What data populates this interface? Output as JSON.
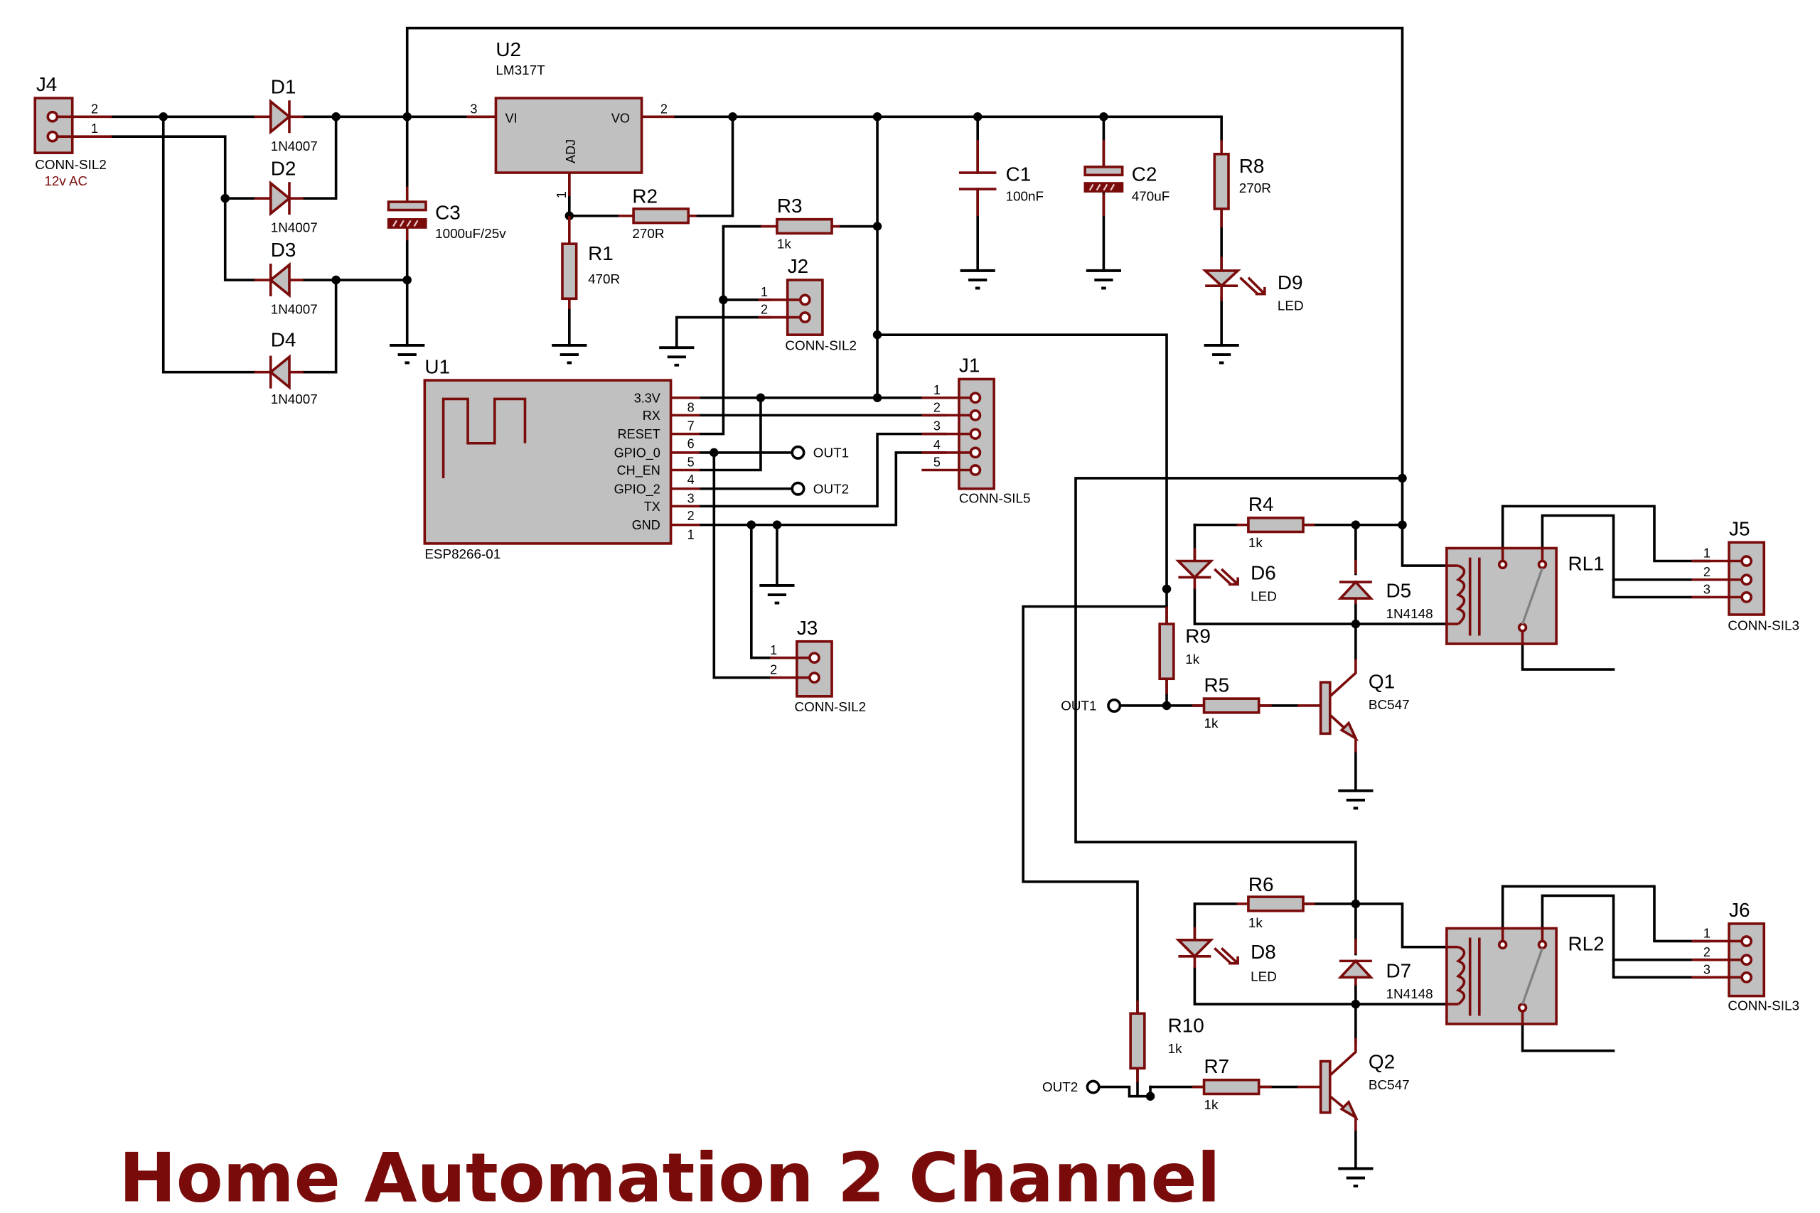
{
  "title": "Home Automation 2 Channel",
  "colors": {
    "accent": "#7a0b0b",
    "wire": "#000000",
    "body": "#c0c0c0"
  },
  "components": {
    "J4": {
      "ref": "J4",
      "type": "CONN-SIL2",
      "note": "12v AC",
      "pins": [
        "2",
        "1"
      ]
    },
    "D1": {
      "ref": "D1",
      "value": "1N4007"
    },
    "D2": {
      "ref": "D2",
      "value": "1N4007"
    },
    "D3": {
      "ref": "D3",
      "value": "1N4007"
    },
    "D4": {
      "ref": "D4",
      "value": "1N4007"
    },
    "C3": {
      "ref": "C3",
      "value": "1000uF/25v"
    },
    "U2": {
      "ref": "U2",
      "value": "LM317T",
      "pin_vi": "VI",
      "pin_vo": "VO",
      "pin_adj": "ADJ",
      "pin_vi_num": "3",
      "pin_vo_num": "2",
      "pin_adj_num": "1"
    },
    "R1": {
      "ref": "R1",
      "value": "470R"
    },
    "R2": {
      "ref": "R2",
      "value": "270R"
    },
    "R3": {
      "ref": "R3",
      "value": "1k"
    },
    "C1": {
      "ref": "C1",
      "value": "100nF"
    },
    "C2": {
      "ref": "C2",
      "value": "470uF"
    },
    "R8": {
      "ref": "R8",
      "value": "270R"
    },
    "D9": {
      "ref": "D9",
      "value": "LED"
    },
    "J2": {
      "ref": "J2",
      "type": "CONN-SIL2",
      "pins": [
        "1",
        "2"
      ]
    },
    "U1": {
      "ref": "U1",
      "value": "ESP8266-01",
      "pins": [
        {
          "name": "3.3V",
          "num": "8"
        },
        {
          "name": "RX",
          "num": "7"
        },
        {
          "name": "RESET",
          "num": "6"
        },
        {
          "name": "GPIO_0",
          "num": "5"
        },
        {
          "name": "CH_EN",
          "num": "4"
        },
        {
          "name": "GPIO_2",
          "num": "3"
        },
        {
          "name": "TX",
          "num": "2"
        },
        {
          "name": "GND",
          "num": "1"
        }
      ]
    },
    "J1": {
      "ref": "J1",
      "type": "CONN-SIL5",
      "pins": [
        "1",
        "2",
        "3",
        "4",
        "5"
      ]
    },
    "J3": {
      "ref": "J3",
      "type": "CONN-SIL2",
      "pins": [
        "1",
        "2"
      ]
    },
    "OUT1_port": {
      "label": "OUT1"
    },
    "OUT2_port": {
      "label": "OUT2"
    },
    "R4": {
      "ref": "R4",
      "value": "1k"
    },
    "D6": {
      "ref": "D6",
      "value": "LED"
    },
    "D5": {
      "ref": "D5",
      "value": "1N4148"
    },
    "R9": {
      "ref": "R9",
      "value": "1k"
    },
    "R5": {
      "ref": "R5",
      "value": "1k"
    },
    "Q1": {
      "ref": "Q1",
      "value": "BC547"
    },
    "RL1": {
      "ref": "RL1"
    },
    "J5": {
      "ref": "J5",
      "type": "CONN-SIL3",
      "pins": [
        "1",
        "2",
        "3"
      ]
    },
    "R6": {
      "ref": "R6",
      "value": "1k"
    },
    "D8": {
      "ref": "D8",
      "value": "LED"
    },
    "D7": {
      "ref": "D7",
      "value": "1N4148"
    },
    "R10": {
      "ref": "R10",
      "value": "1k"
    },
    "R7": {
      "ref": "R7",
      "value": "1k"
    },
    "Q2": {
      "ref": "Q2",
      "value": "BC547"
    },
    "RL2": {
      "ref": "RL2"
    },
    "J6": {
      "ref": "J6",
      "type": "CONN-SIL3",
      "pins": [
        "1",
        "2",
        "3"
      ]
    },
    "OUT1_in": {
      "label": "OUT1"
    },
    "OUT2_in": {
      "label": "OUT2"
    }
  }
}
